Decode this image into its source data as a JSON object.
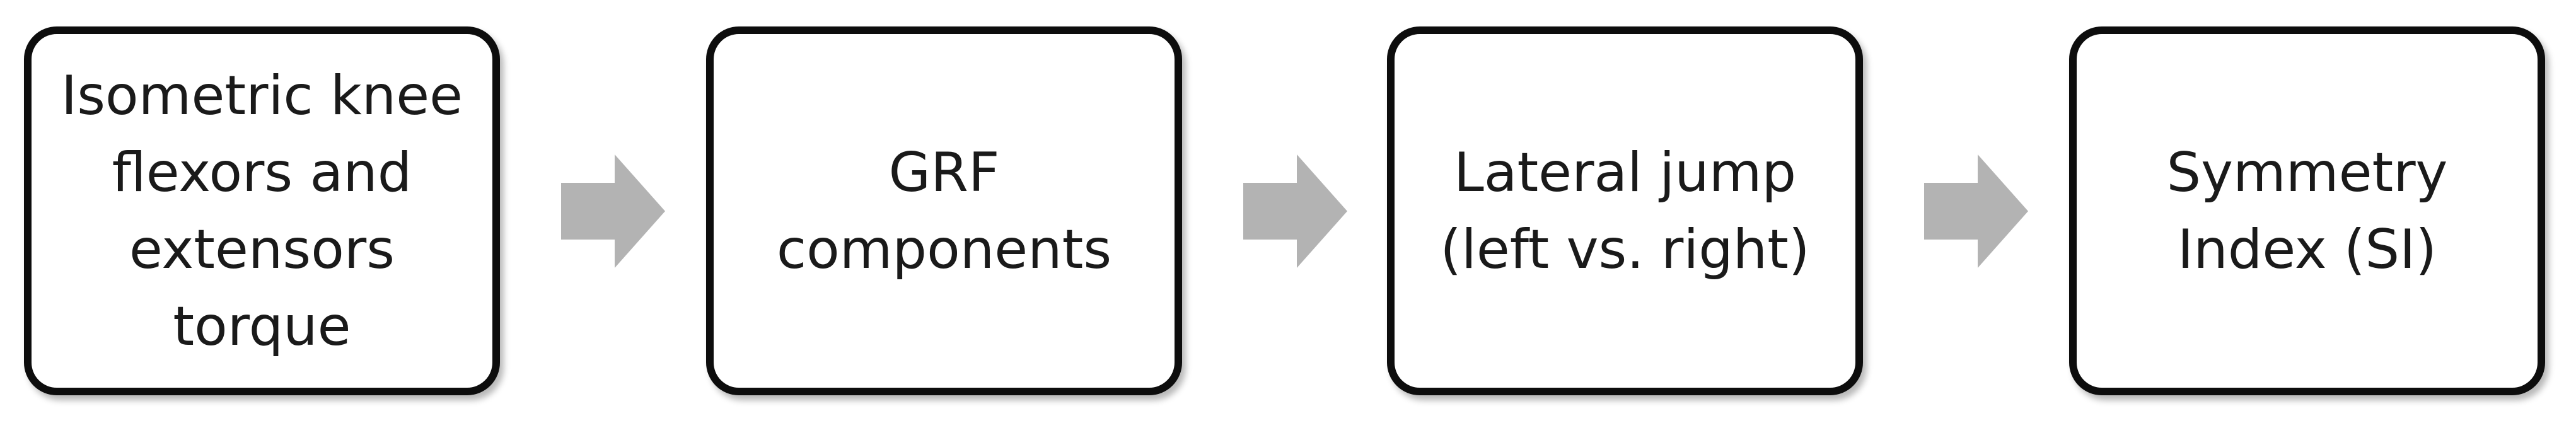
{
  "steps": [
    {
      "label": "Isometric knee\nflexors and\nextensors\ntorque"
    },
    {
      "label": "GRF\ncomponents"
    },
    {
      "label": "Lateral jump\n(left vs. right)"
    },
    {
      "label": "Symmetry\nIndex (SI)"
    }
  ],
  "colors": {
    "box_border": "#0d0d0d",
    "box_fill": "#ffffff",
    "text": "#1a1a1a",
    "arrow": "#b3b3b3"
  },
  "icons": {
    "connector": "right-arrow-icon"
  }
}
